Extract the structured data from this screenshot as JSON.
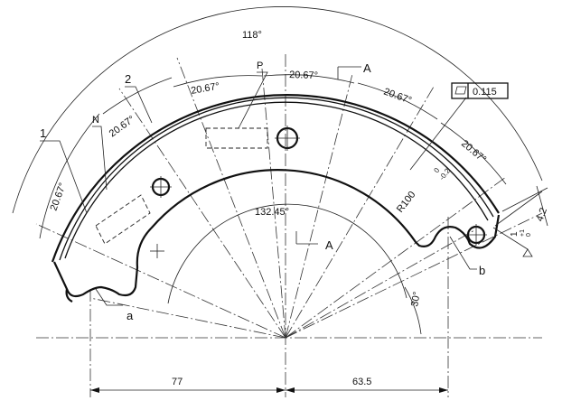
{
  "drawing": {
    "dimensions": {
      "total_angle": "118°",
      "segment_angle": "20.67°",
      "inner_angle": "132.45°",
      "offset_angle": "30°",
      "left_distance": "77",
      "right_distance": "63.5",
      "radius": "R100",
      "radius_tol_upper": "0",
      "radius_tol_lower": "-0.2",
      "edge_height": "4.2",
      "thickness_tol": "1",
      "thickness_tol_upper": "+1",
      "thickness_tol_lower": "0"
    },
    "tolerance_frame": {
      "value": "0.115"
    },
    "labels": {
      "part_1": "1",
      "part_2": "2",
      "point_n": "N",
      "point_p": "P",
      "point_a": "a",
      "point_b": "b",
      "section_top": "A",
      "section_bottom": "A"
    }
  }
}
